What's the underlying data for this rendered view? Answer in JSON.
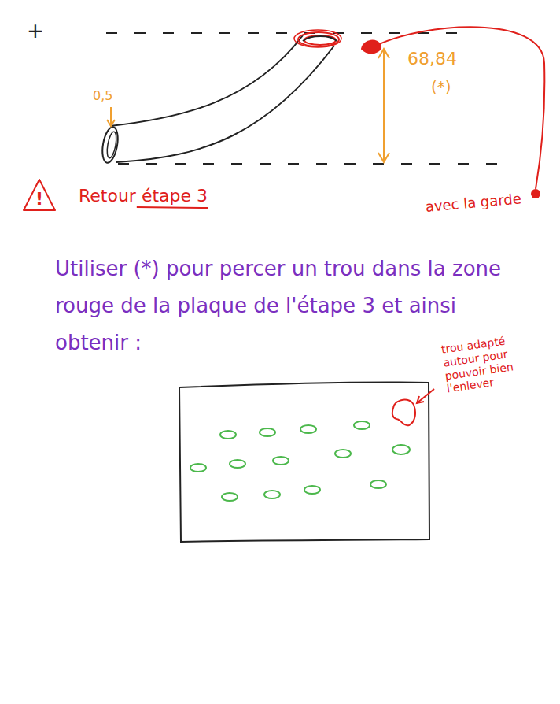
{
  "diagram": {
    "nodes": [
      {
        "text": [
          "!"
        ]
      }
    ],
    "labels": [
      "+",
      "0,5",
      "68,84",
      "(*)",
      "Retour étape 3",
      "avec la garde",
      "Utiliser (*) pour percer un trou dans la zone rouge de la plaque de l'étape 3 et ainsi obtenir :",
      "trou adapté autour pour pouvoir bien l'enlever"
    ]
  }
}
